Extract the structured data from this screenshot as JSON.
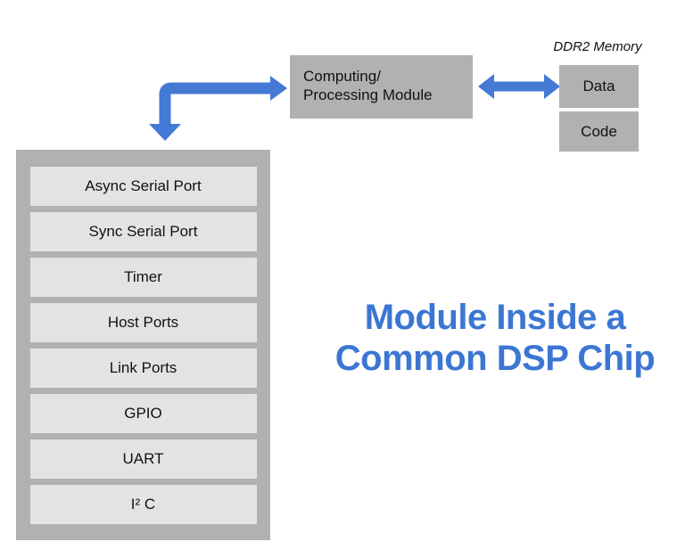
{
  "colors": {
    "arrow_blue": "#4479d4",
    "title_blue": "#3b76d3",
    "box_gray": "#b1b1b1",
    "inner_gray": "#e3e3e3",
    "text_dark": "#111111"
  },
  "computing_module": {
    "line1": "Computing/",
    "line2": "Processing Module"
  },
  "memory": {
    "label": "DDR2 Memory",
    "data_box": "Data",
    "code_box": "Code"
  },
  "peripherals": {
    "items": [
      "Async Serial Port",
      "Sync Serial Port",
      "Timer",
      "Host Ports",
      "Link Ports",
      "GPIO",
      "UART",
      "I² C"
    ]
  },
  "title": {
    "line1": "Module Inside a",
    "line2": "Common DSP Chip"
  }
}
